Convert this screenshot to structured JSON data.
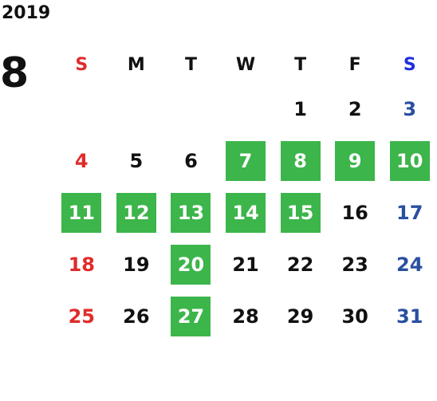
{
  "year": "2019",
  "month": "8",
  "weekdays": [
    "S",
    "M",
    "T",
    "W",
    "T",
    "F",
    "S"
  ],
  "weeks": [
    [
      "",
      "",
      "",
      "",
      "1",
      "2",
      "3"
    ],
    [
      "4",
      "5",
      "6",
      "7",
      "8",
      "9",
      "10"
    ],
    [
      "11",
      "12",
      "13",
      "14",
      "15",
      "16",
      "17"
    ],
    [
      "18",
      "19",
      "20",
      "21",
      "22",
      "23",
      "24"
    ],
    [
      "25",
      "26",
      "27",
      "28",
      "29",
      "30",
      "31"
    ]
  ],
  "highlighted_days": [
    "7",
    "8",
    "9",
    "10",
    "11",
    "12",
    "13",
    "14",
    "15",
    "20",
    "27"
  ],
  "colors": {
    "highlight": "#3cb54a",
    "sunday": "#e02b2b",
    "saturday": "#2a4fa0",
    "saturday_header": "#1f2fe0",
    "default": "#111111"
  }
}
